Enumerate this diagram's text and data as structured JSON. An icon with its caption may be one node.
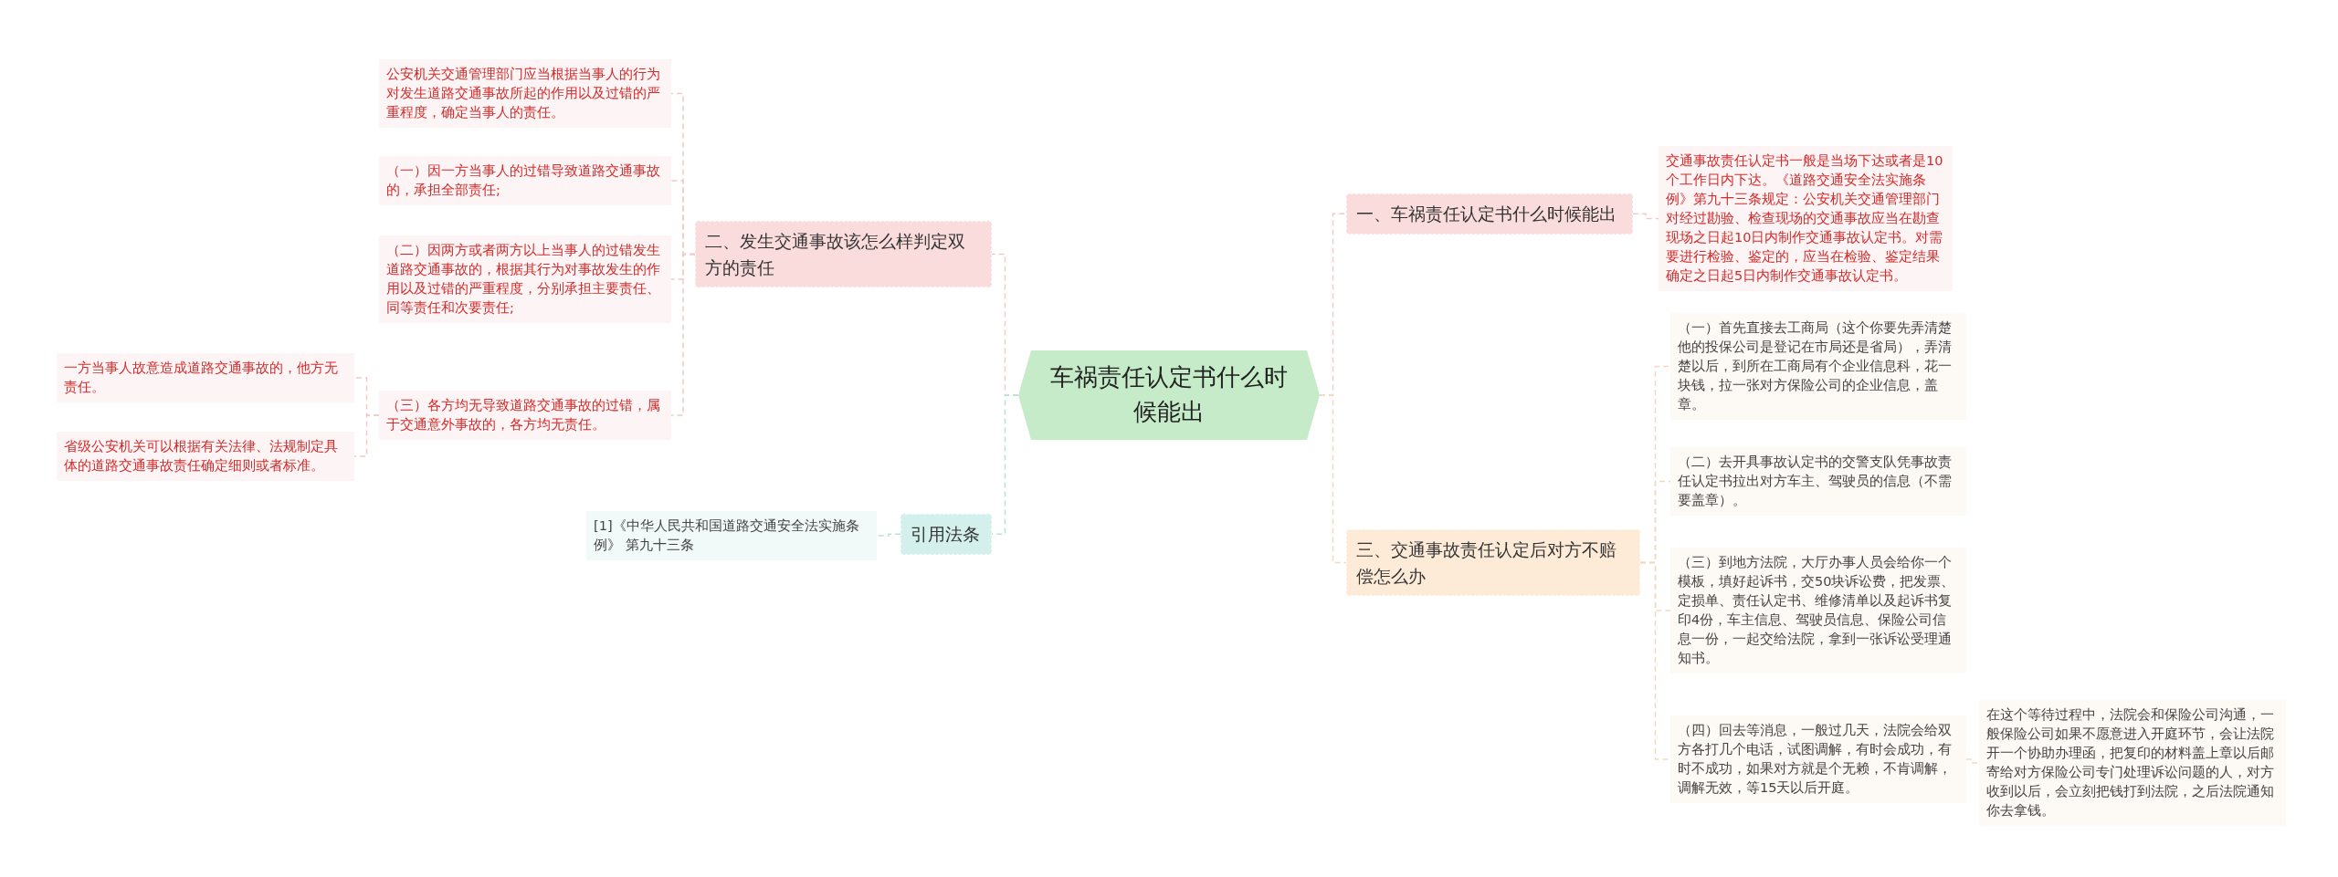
{
  "diagram": {
    "nodes": [
      {
        "text": [
          "车祸责任认定书什么时候能出"
        ]
      },
      {
        "text": [
          "一、车祸责任认定书什么时候能出"
        ]
      },
      {
        "text": [
          "交通事故责任认定书一般是当场下达或者是10个工作日内下达。《道路交通安全法实施条例》第九十三条规定：公安机关交通管理部门对经过勘验、检查现场的交通事故应当在勘查现场之日起10日内制作交通事故认定书。对需要进行检验、鉴定的，应当在检验、鉴定结果确定之日起5日内制作交通事故认定书。"
        ]
      },
      {
        "text": [
          "三、交通事故责任认定后对方不赔偿怎么办"
        ]
      },
      {
        "text": [
          "（一）首先直接去工商局（这个你要先弄清楚他的投保公司是登记在市局还是省局），弄清楚以后，到所在工商局有个企业信息科，花一块钱，拉一张对方保险公司的企业信息，盖章。"
        ]
      },
      {
        "text": [
          "（二）去开具事故认定书的交警支队凭事故责任认定书拉出对方车主、驾驶员的信息（不需要盖章）。"
        ]
      },
      {
        "text": [
          "（三）到地方法院，大厅办事人员会给你一个模板，填好起诉书，交50块诉讼费，把发票、定损单、责任认定书、维修清单以及起诉书复印4份，车主信息、驾驶员信息、保险公司信息一份，一起交给法院，拿到一张诉讼受理通知书。"
        ]
      },
      {
        "text": [
          "（四）回去等消息，一般过几天，法院会给双方各打几个电话，试图调解，有时会成功，有时不成功，如果对方就是个无赖，不肯调解，调解无效，等15天以后开庭。"
        ]
      },
      {
        "text": [
          "在这个等待过程中，法院会和保险公司沟通，一般保险公司如果不愿意进入开庭环节，会让法院开一个协助办理函，把复印的材料盖上章以后邮寄给对方保险公司专门处理诉讼问题的人，对方收到以后，会立刻把钱打到法院，之后法院通知你去拿钱。"
        ]
      },
      {
        "text": [
          "二、发生交通事故该怎么样判定双方的责任"
        ]
      },
      {
        "text": [
          "公安机关交通管理部门应当根据当事人的行为对发生道路交通事故所起的作用以及过错的严重程度，确定当事人的责任。"
        ]
      },
      {
        "text": [
          "（一）因一方当事人的过错导致道路交通事故的，承担全部责任;"
        ]
      },
      {
        "text": [
          "（二）因两方或者两方以上当事人的过错发生道路交通事故的，根据其行为对事故发生的作用以及过错的严重程度，分别承担主要责任、同等责任和次要责任;"
        ]
      },
      {
        "text": [
          "（三）各方均无导致道路交通事故的过错，属于交通意外事故的，各方均无责任。"
        ]
      },
      {
        "text": [
          "一方当事人故意造成道路交通事故的，他方无责任。"
        ]
      },
      {
        "text": [
          "省级公安机关可以根据有关法律、法规制定具体的道路交通事故责任确定细则或者标准。"
        ]
      },
      {
        "text": [
          "引用法条"
        ]
      },
      {
        "text": [
          "[1]《中华人民共和国道路交通安全法实施条例》 第九十三条"
        ]
      }
    ],
    "edges": [
      {
        "from": 0,
        "to": 1,
        "arrow": "none"
      },
      {
        "from": 1,
        "to": 2,
        "arrow": "none"
      },
      {
        "from": 0,
        "to": 3,
        "arrow": "none",
        "color": "#f5d9bd"
      },
      {
        "from": 3,
        "to": 4,
        "arrow": "none",
        "color": "#f5d9bd"
      },
      {
        "from": 3,
        "to": 5,
        "arrow": "none",
        "color": "#f5d9bd"
      },
      {
        "from": 3,
        "to": 6,
        "arrow": "none",
        "color": "#f5d9bd"
      },
      {
        "from": 3,
        "to": 7,
        "arrow": "none",
        "color": "#f5d9bd"
      },
      {
        "from": 7,
        "to": 8,
        "arrow": "none",
        "color": "#f5d9bd"
      },
      {
        "from": 0,
        "to": 9,
        "arrow": "none"
      },
      {
        "from": 9,
        "to": 10,
        "arrow": "none"
      },
      {
        "from": 9,
        "to": 11,
        "arrow": "none"
      },
      {
        "from": 9,
        "to": 12,
        "arrow": "none"
      },
      {
        "from": 9,
        "to": 13,
        "arrow": "none"
      },
      {
        "from": 13,
        "to": 14,
        "arrow": "none"
      },
      {
        "from": 13,
        "to": 15,
        "arrow": "none"
      },
      {
        "from": 0,
        "to": 16,
        "arrow": "none",
        "color": "#b5e3dc"
      },
      {
        "from": 16,
        "to": 17,
        "arrow": "none",
        "color": "#b5e3dc"
      }
    ]
  }
}
